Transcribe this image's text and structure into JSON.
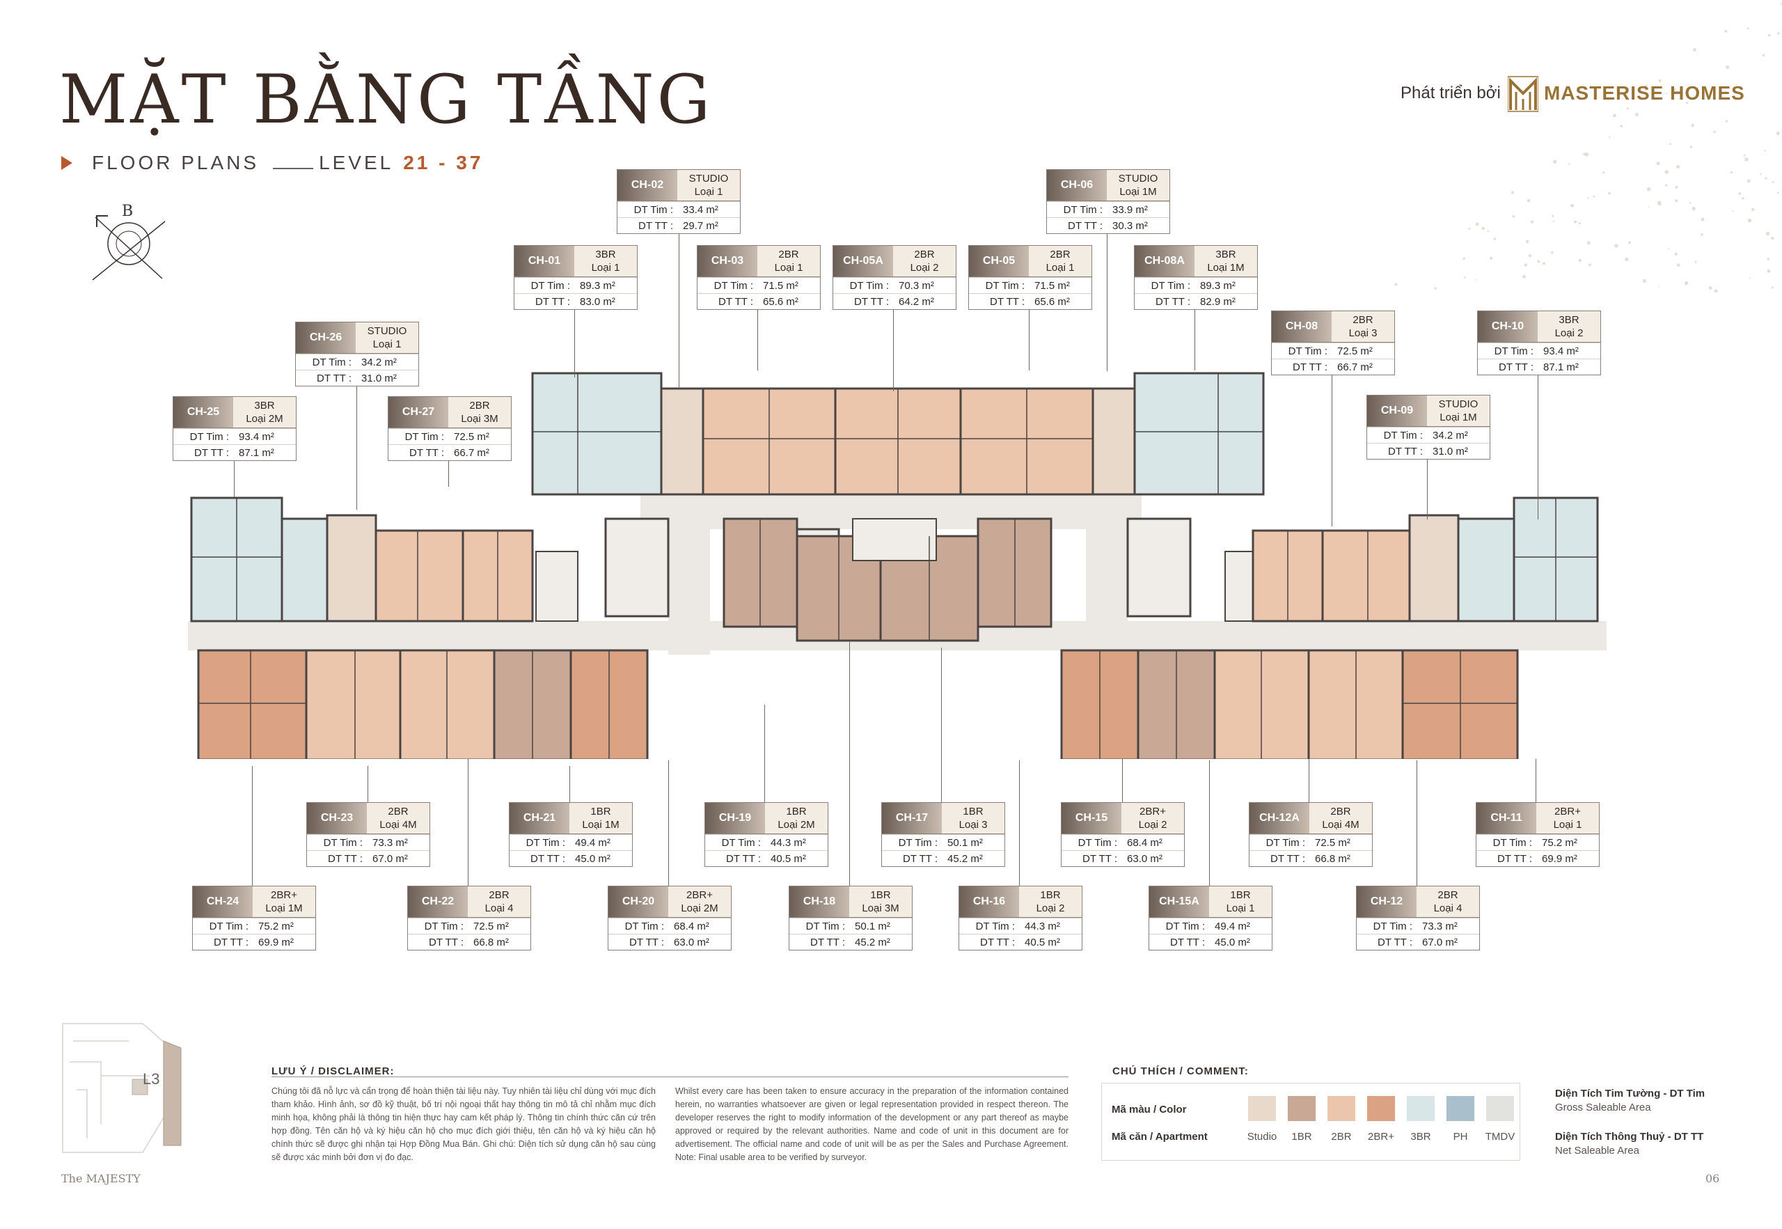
{
  "header": {
    "title": "MẶT BẰNG TẦNG",
    "subtitle_prefix": "FLOOR PLANS",
    "subtitle_level": "LEVEL",
    "subtitle_range": "21 - 37",
    "developer_prefix": "Phát triển bởi",
    "developer_brand": "MASTERISE HOMES"
  },
  "compass": {
    "north_label": "B"
  },
  "units": [
    {
      "code": "CH-02",
      "type": "STUDIO",
      "loai": "Loại 1",
      "dt_tim": "33.4 m²",
      "dt_tt": "29.7 m²"
    },
    {
      "code": "CH-06",
      "type": "STUDIO",
      "loai": "Loại 1M",
      "dt_tim": "33.9 m²",
      "dt_tt": "30.3 m²"
    },
    {
      "code": "CH-01",
      "type": "3BR",
      "loai": "Loại 1",
      "dt_tim": "89.3 m²",
      "dt_tt": "83.0 m²"
    },
    {
      "code": "CH-03",
      "type": "2BR",
      "loai": "Loại 1",
      "dt_tim": "71.5 m²",
      "dt_tt": "65.6 m²"
    },
    {
      "code": "CH-05A",
      "type": "2BR",
      "loai": "Loại 2",
      "dt_tim": "70.3 m²",
      "dt_tt": "64.2 m²"
    },
    {
      "code": "CH-05",
      "type": "2BR",
      "loai": "Loại 1",
      "dt_tim": "71.5 m²",
      "dt_tt": "65.6 m²"
    },
    {
      "code": "CH-08A",
      "type": "3BR",
      "loai": "Loại 1M",
      "dt_tim": "89.3 m²",
      "dt_tt": "82.9 m²"
    },
    {
      "code": "CH-26",
      "type": "STUDIO",
      "loai": "Loại 1",
      "dt_tim": "34.2 m²",
      "dt_tt": "31.0 m²"
    },
    {
      "code": "CH-08",
      "type": "2BR",
      "loai": "Loại 3",
      "dt_tim": "72.5 m²",
      "dt_tt": "66.7 m²"
    },
    {
      "code": "CH-10",
      "type": "3BR",
      "loai": "Loại 2",
      "dt_tim": "93.4 m²",
      "dt_tt": "87.1 m²"
    },
    {
      "code": "CH-25",
      "type": "3BR",
      "loai": "Loại 2M",
      "dt_tim": "93.4 m²",
      "dt_tt": "87.1 m²"
    },
    {
      "code": "CH-27",
      "type": "2BR",
      "loai": "Loại 3M",
      "dt_tim": "72.5 m²",
      "dt_tt": "66.7 m²"
    },
    {
      "code": "CH-09",
      "type": "STUDIO",
      "loai": "Loại 1M",
      "dt_tim": "34.2 m²",
      "dt_tt": "31.0 m²"
    },
    {
      "code": "CH-23",
      "type": "2BR",
      "loai": "Loại 4M",
      "dt_tim": "73.3 m²",
      "dt_tt": "67.0 m²"
    },
    {
      "code": "CH-21",
      "type": "1BR",
      "loai": "Loại 1M",
      "dt_tim": "49.4 m²",
      "dt_tt": "45.0 m²"
    },
    {
      "code": "CH-19",
      "type": "1BR",
      "loai": "Loại 2M",
      "dt_tim": "44.3 m²",
      "dt_tt": "40.5 m²"
    },
    {
      "code": "CH-17",
      "type": "1BR",
      "loai": "Loại 3",
      "dt_tim": "50.1 m²",
      "dt_tt": "45.2 m²"
    },
    {
      "code": "CH-15",
      "type": "2BR+",
      "loai": "Loại 2",
      "dt_tim": "68.4 m²",
      "dt_tt": "63.0 m²"
    },
    {
      "code": "CH-12A",
      "type": "2BR",
      "loai": "Loại 4M",
      "dt_tim": "72.5 m²",
      "dt_tt": "66.8 m²"
    },
    {
      "code": "CH-11",
      "type": "2BR+",
      "loai": "Loại 1",
      "dt_tim": "75.2 m²",
      "dt_tt": "69.9 m²"
    },
    {
      "code": "CH-24",
      "type": "2BR+",
      "loai": "Loại 1M",
      "dt_tim": "75.2 m²",
      "dt_tt": "69.9 m²"
    },
    {
      "code": "CH-22",
      "type": "2BR",
      "loai": "Loại 4",
      "dt_tim": "72.5 m²",
      "dt_tt": "66.8 m²"
    },
    {
      "code": "CH-20",
      "type": "2BR+",
      "loai": "Loại 2M",
      "dt_tim": "68.4 m²",
      "dt_tt": "63.0 m²"
    },
    {
      "code": "CH-18",
      "type": "1BR",
      "loai": "Loại 3M",
      "dt_tim": "50.1 m²",
      "dt_tt": "45.2 m²"
    },
    {
      "code": "CH-16",
      "type": "1BR",
      "loai": "Loại 2",
      "dt_tim": "44.3 m²",
      "dt_tt": "40.5 m²"
    },
    {
      "code": "CH-15A",
      "type": "1BR",
      "loai": "Loại 1",
      "dt_tim": "49.4 m²",
      "dt_tt": "45.0 m²"
    },
    {
      "code": "CH-12",
      "type": "2BR",
      "loai": "Loại 4",
      "dt_tim": "73.3 m²",
      "dt_tt": "67.0 m²"
    }
  ],
  "labels": {
    "dt_tim": "DT Tim :",
    "dt_tt": "DT TT :"
  },
  "keyplan": {
    "label": "L3"
  },
  "disclaimer": {
    "title": "LƯU Ý / DISCLAIMER:",
    "vi": "Chúng tôi đã nỗ lực và cẩn trọng để hoàn thiện tài liệu này. Tuy nhiên tài liệu chỉ dùng với mục đích tham khảo. Hình ảnh, sơ đồ kỹ thuật, bố trí nội ngoại thất hay thông tin mô tả chỉ nhằm mục đích minh họa, không phải là thông tin hiện thực hay cam kết pháp lý. Thông tin chính thức căn cứ trên hợp đồng. Tên căn hộ và ký hiệu căn hộ cho mục đích giới thiệu, tên căn hộ và ký hiệu căn hộ chính thức sẽ được ghi nhận tại Hợp Đồng Mua Bán. Ghi chú: Diện tích sử dụng căn hộ sau cùng sẽ được xác minh bởi đơn vị đo đạc.",
    "en": "Whilst every care has been taken to ensure accuracy in the preparation of the information contained herein, no warranties whatsoever are given or legal representation provided in respect thereon. The developer reserves the right to modify information of the development or any part thereof as maybe approved or required by the relevant authorities. Name and code of unit in this document are for advertisement. The official name and code of unit will be as per the Sales and Purchase Agreement. Note: Final usable area to be verified by surveyor."
  },
  "legend": {
    "title": "CHÚ THÍCH / COMMENT:",
    "color_label": "Mã màu / Color",
    "apartment_label": "Mã căn / Apartment",
    "items": [
      {
        "name": "Studio",
        "color": "#e8d9cb"
      },
      {
        "name": "1BR",
        "color": "#c9a896"
      },
      {
        "name": "2BR",
        "color": "#ecc5ad"
      },
      {
        "name": "2BR+",
        "color": "#dba283"
      },
      {
        "name": "3BR",
        "color": "#d9e6e8"
      },
      {
        "name": "PH",
        "color": "#a9c0cc"
      },
      {
        "name": "TMDV",
        "color": "#e2e2df"
      }
    ],
    "gsa_title": "Diện Tích Tim Tường - DT Tim",
    "gsa_sub": "Gross Saleable Area",
    "nsa_title": "Diện Tích Thông Thuỷ - DT TT",
    "nsa_sub": "Net Saleable Area"
  },
  "footer": {
    "project": "The MAJESTY",
    "page": "06"
  },
  "colors": {
    "accent": "#b85a2e",
    "brand": "#9a7236",
    "corridor": "#ece9e4",
    "wall": "#4a4442"
  }
}
